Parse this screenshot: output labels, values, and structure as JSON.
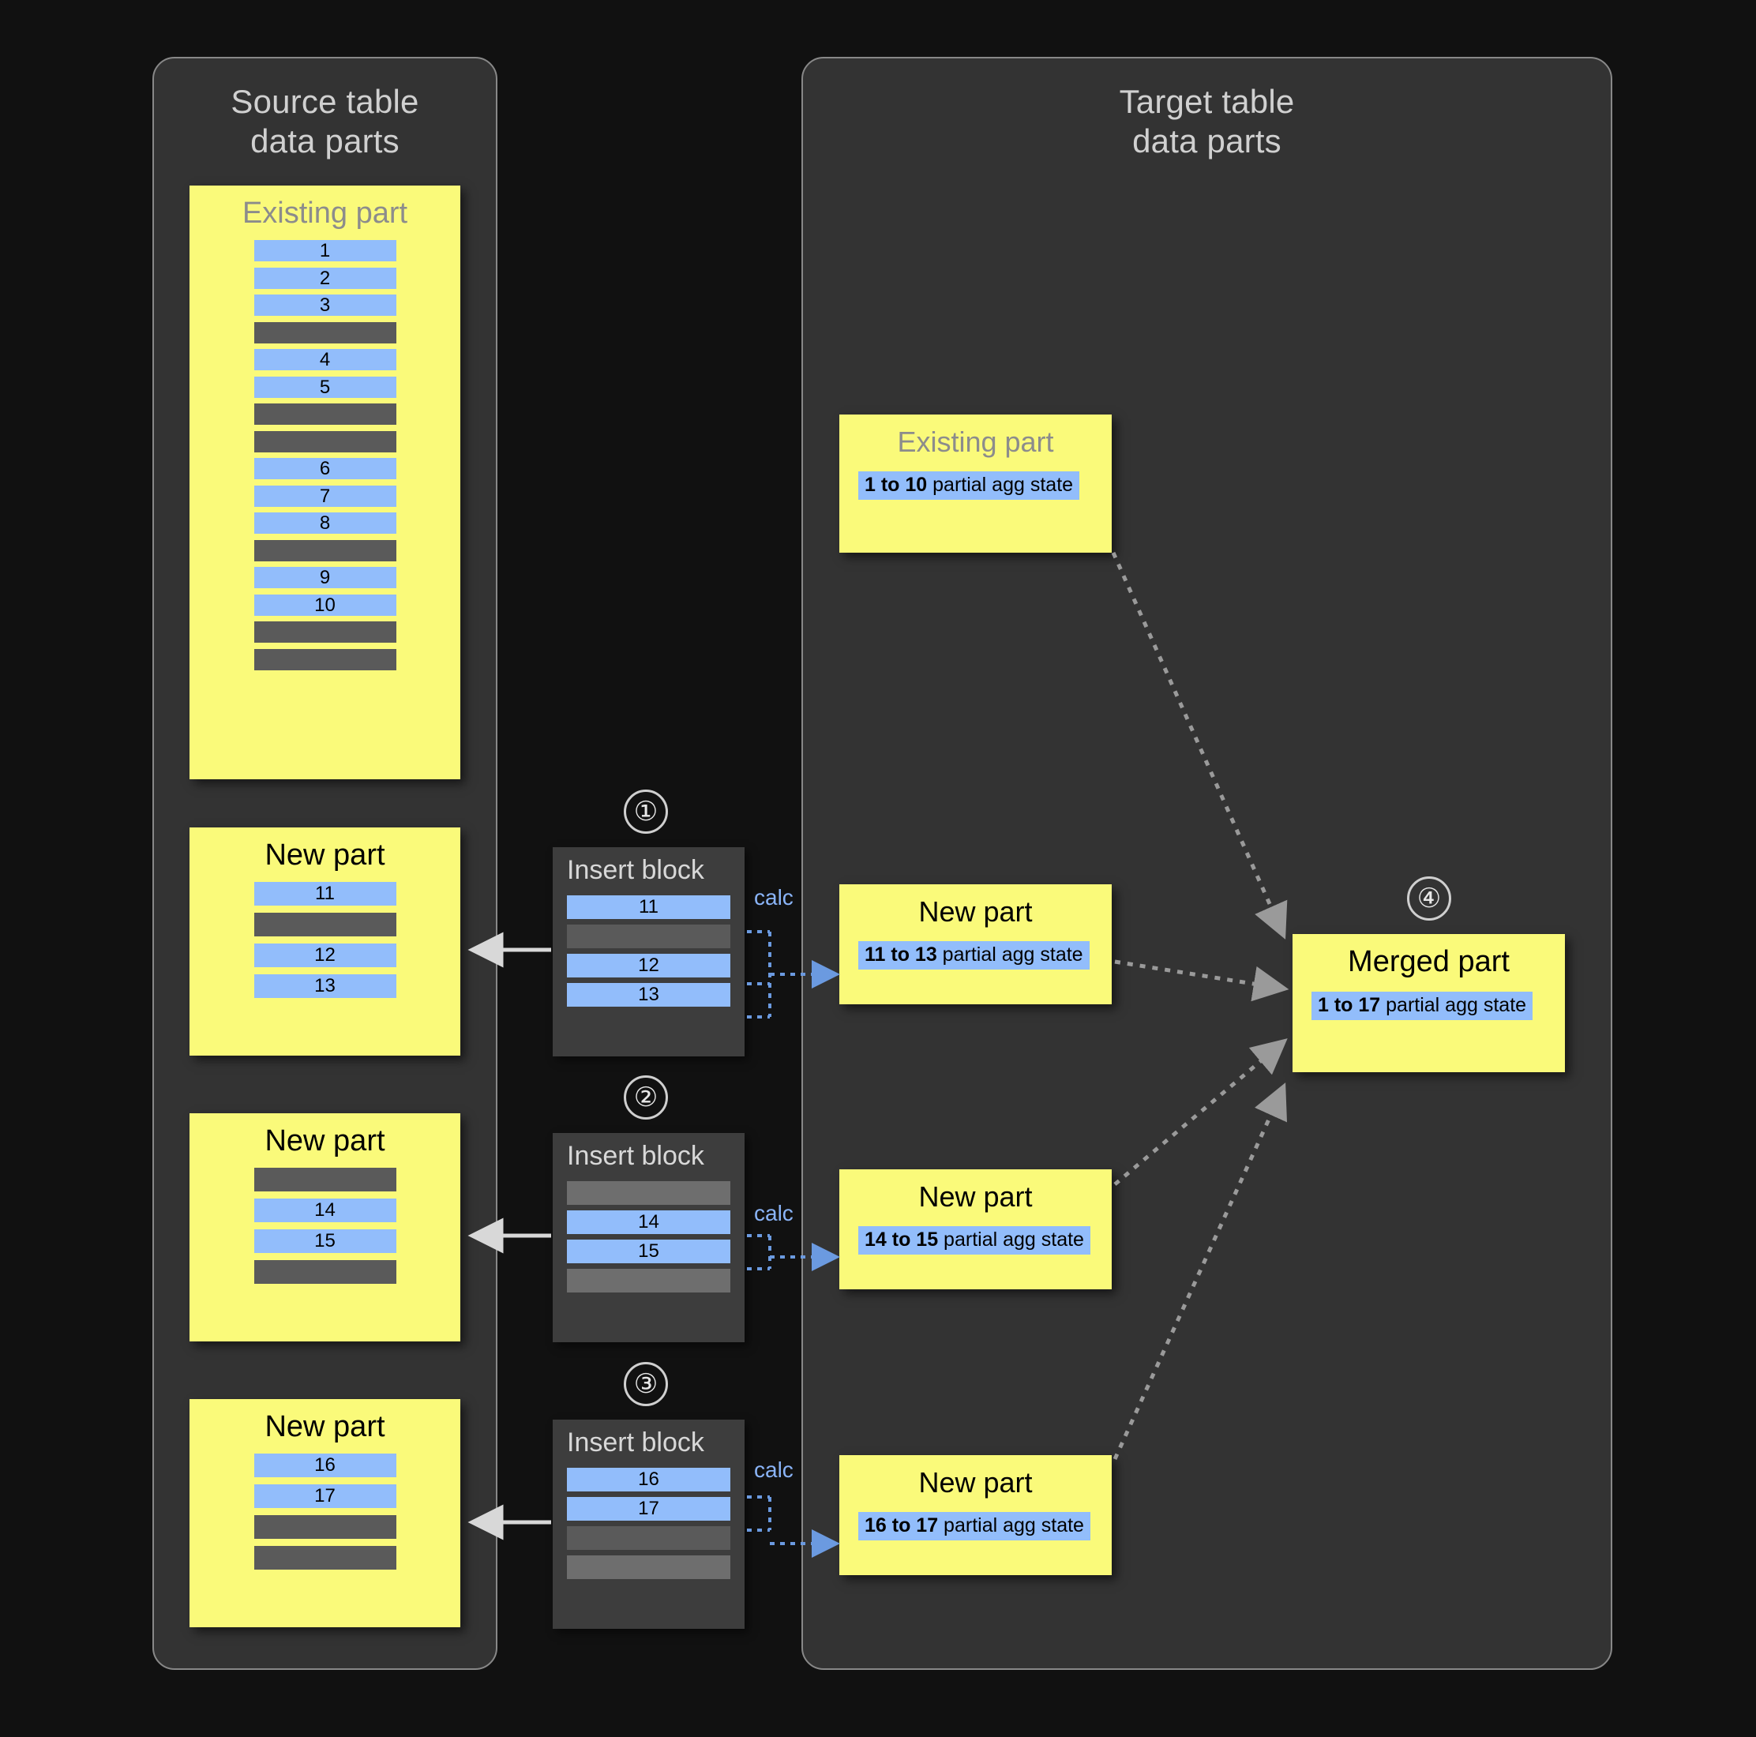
{
  "panels": {
    "source": {
      "title": "Source table\ndata parts"
    },
    "target": {
      "title": "Target table\ndata parts"
    }
  },
  "labels": {
    "existing_part": "Existing part",
    "new_part": "New part",
    "merged_part": "Merged part",
    "insert_block": "Insert block",
    "calc": "calc"
  },
  "steps": {
    "one": "①",
    "two": "②",
    "three": "③",
    "four": "④"
  },
  "source": {
    "existing_part": {
      "title": "Existing part",
      "rows": [
        {
          "type": "blue",
          "value": "1"
        },
        {
          "type": "blue",
          "value": "2"
        },
        {
          "type": "blue",
          "value": "3"
        },
        {
          "type": "gray",
          "value": ""
        },
        {
          "type": "blue",
          "value": "4"
        },
        {
          "type": "blue",
          "value": "5"
        },
        {
          "type": "gray",
          "value": ""
        },
        {
          "type": "gray",
          "value": ""
        },
        {
          "type": "blue",
          "value": "6"
        },
        {
          "type": "blue",
          "value": "7"
        },
        {
          "type": "blue",
          "value": "8"
        },
        {
          "type": "gray",
          "value": ""
        },
        {
          "type": "blue",
          "value": "9"
        },
        {
          "type": "blue",
          "value": "10"
        },
        {
          "type": "gray",
          "value": ""
        },
        {
          "type": "gray",
          "value": ""
        }
      ]
    },
    "new_parts": [
      {
        "title": "New part",
        "rows": [
          {
            "type": "blue",
            "value": "11"
          },
          {
            "type": "gray",
            "value": ""
          },
          {
            "type": "blue",
            "value": "12"
          },
          {
            "type": "blue",
            "value": "13"
          }
        ]
      },
      {
        "title": "New part",
        "rows": [
          {
            "type": "gray",
            "value": ""
          },
          {
            "type": "blue",
            "value": "14"
          },
          {
            "type": "blue",
            "value": "15"
          },
          {
            "type": "gray",
            "value": ""
          }
        ]
      },
      {
        "title": "New part",
        "rows": [
          {
            "type": "blue",
            "value": "16"
          },
          {
            "type": "blue",
            "value": "17"
          },
          {
            "type": "gray",
            "value": ""
          },
          {
            "type": "gray",
            "value": ""
          }
        ]
      }
    ]
  },
  "insert_blocks": [
    {
      "step": "①",
      "title": "Insert block",
      "calc": "calc",
      "rows": [
        {
          "type": "blue",
          "value": "11"
        },
        {
          "type": "gray",
          "value": ""
        },
        {
          "type": "blue",
          "value": "12"
        },
        {
          "type": "blue",
          "value": "13"
        }
      ]
    },
    {
      "step": "②",
      "title": "Insert block",
      "calc": "calc",
      "rows": [
        {
          "type": "light",
          "value": ""
        },
        {
          "type": "blue",
          "value": "14"
        },
        {
          "type": "blue",
          "value": "15"
        },
        {
          "type": "light",
          "value": ""
        }
      ]
    },
    {
      "step": "③",
      "title": "Insert block",
      "calc": "calc",
      "rows": [
        {
          "type": "blue",
          "value": "16"
        },
        {
          "type": "blue",
          "value": "17"
        },
        {
          "type": "gray",
          "value": ""
        },
        {
          "type": "light",
          "value": ""
        }
      ]
    }
  ],
  "target": {
    "existing_part": {
      "title": "Existing part",
      "agg_range": "1 to 10",
      "agg_suffix": " partial agg state"
    },
    "new_parts": [
      {
        "title": "New part",
        "agg_range": "11 to 13",
        "agg_suffix": " partial agg state"
      },
      {
        "title": "New part",
        "agg_range": "14 to 15",
        "agg_suffix": " partial agg state"
      },
      {
        "title": "New part",
        "agg_range": "16 to 17",
        "agg_suffix": " partial agg state"
      }
    ],
    "merged_part": {
      "step": "④",
      "title": "Merged part",
      "agg_range": "1 to 17",
      "agg_suffix": " partial agg state"
    }
  },
  "colors": {
    "background": "#111111",
    "panel": "#333333",
    "yellow": "#fafa7a",
    "blue_row": "#92bdfb",
    "gray_row": "#5a5a5a",
    "accent_text": "#8ab4f8",
    "arrow": "#9a9a9a"
  }
}
